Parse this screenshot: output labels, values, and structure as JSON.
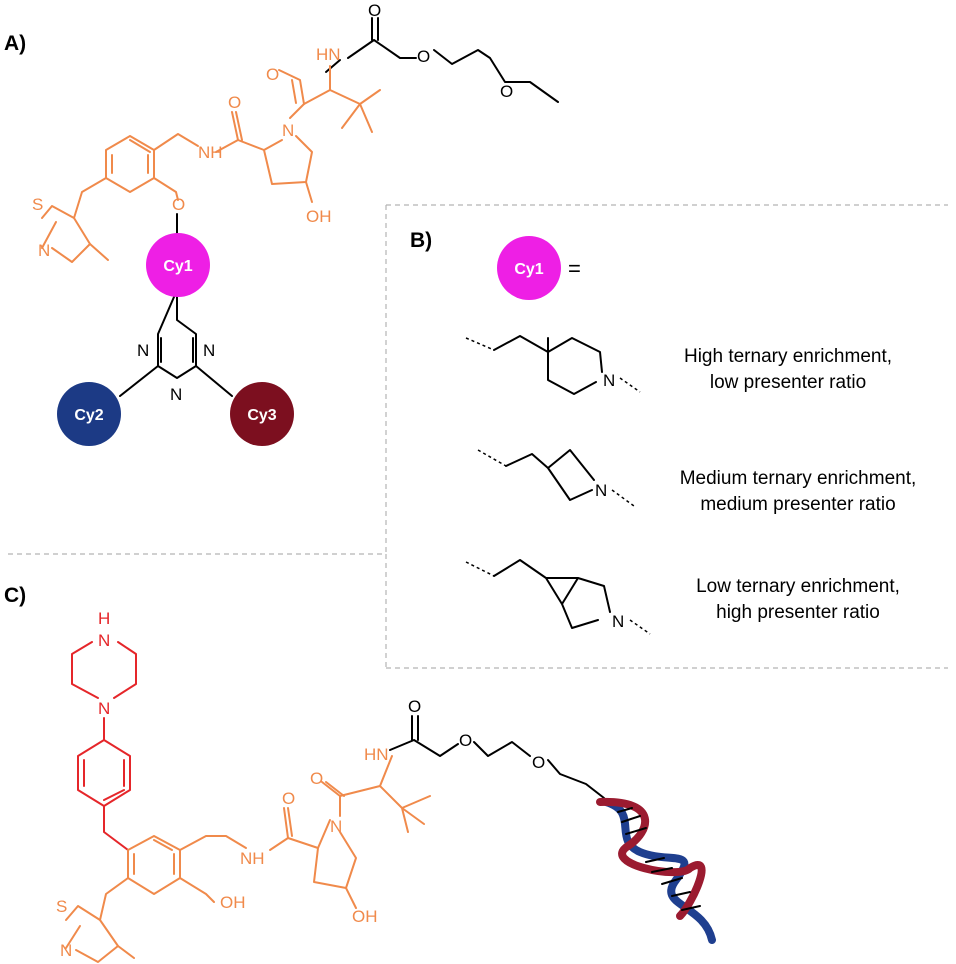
{
  "panels": {
    "a_label": "A)",
    "b_label": "B)",
    "c_label": "C)"
  },
  "cycles": {
    "cy1": {
      "label": "Cy1",
      "color": "#ee1fe5"
    },
    "cy2": {
      "label": "Cy2",
      "color": "#1c3a85"
    },
    "cy3": {
      "label": "Cy3",
      "color": "#7c0f1f"
    }
  },
  "colors": {
    "vhl_ligand": "#f08a4b",
    "linker": "#000000",
    "piperazine_aryl": "#e5262a",
    "dna_strand_1": "#9b1b30",
    "dna_strand_2": "#1f3f8f"
  },
  "legend_b": {
    "equals": "=",
    "rows": [
      {
        "line1": "High ternary enrichment,",
        "line2": "low presenter ratio"
      },
      {
        "line1": "Medium ternary enrichment,",
        "line2": "medium presenter ratio"
      },
      {
        "line1": "Low ternary enrichment,",
        "line2": "high presenter ratio"
      }
    ]
  },
  "atoms": {
    "o": "O",
    "n": "N",
    "s": "S",
    "nh": "NH",
    "hn": "HN",
    "h": "H",
    "oh": "OH"
  }
}
